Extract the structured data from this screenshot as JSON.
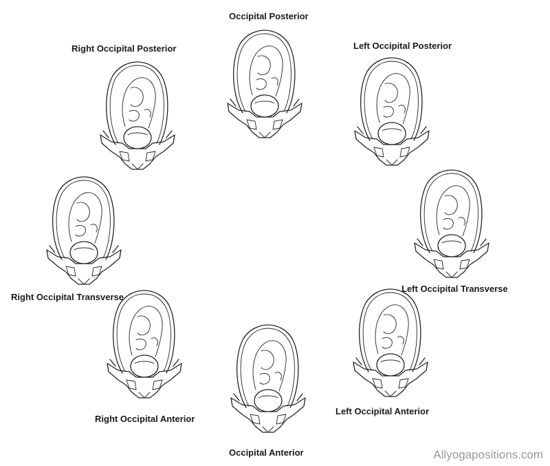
{
  "labels": {
    "op": "Occipital Posterior",
    "rop": "Right Occipital Posterior",
    "lop": "Left Occipital Posterior",
    "rot": "Right Occipital Transverse",
    "lot": "Left Occipital Transverse",
    "roa": "Right Occipital Anterior",
    "loa": "Left Occipital Anterior",
    "oa": "Occipital Anterior"
  },
  "watermark": "Allyogapositions.com"
}
